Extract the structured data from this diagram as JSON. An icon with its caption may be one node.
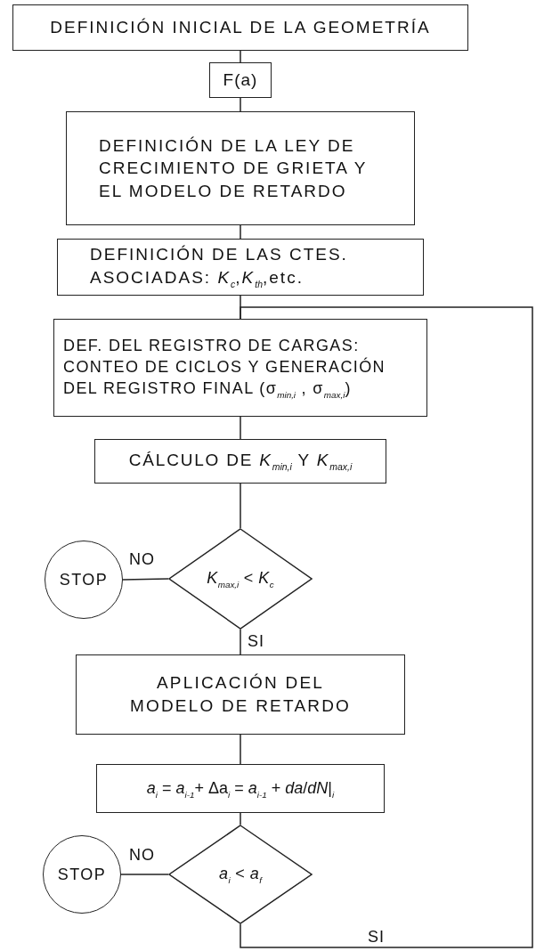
{
  "diagram": {
    "nodes": [
      {
        "text": [
          "DEFINICIÓN INICIAL DE LA GEOMETRÍA"
        ]
      },
      {
        "text": [
          "F(a)"
        ]
      },
      {
        "text": [
          "DEFINICIÓN DE LA LEY DE CRECIMIENTO DE GRIETA Y EL MODELO DE RETARDO"
        ]
      },
      {
        "text": [
          "DEFINICIÓN DE LAS CTES. ASOCIADAS: *K*$_{c}$,*K*$_{th}$,etc."
        ]
      },
      {
        "text": [
          "DEF. DEL REGISTRO DE CARGAS: CONTEO DE CICLOS Y GENERACIÓN DEL REGISTRO FINAL (σ$_{min,i}$ , σ$_{max,i}$)"
        ]
      },
      {
        "text": [
          "CÁLCULO DE *K*$_{min,i}$ Y *K*$_{max,i}$"
        ]
      },
      {
        "text": [
          "*K*$_{max,i}$ < *K*$_{c}$"
        ]
      },
      {
        "text": [
          "STOP"
        ]
      },
      {
        "text": [
          "APLICACIÓN DEL MODELO DE RETARDO"
        ]
      },
      {
        "text": [
          "*a*$_{i}$ = *a*$_{i-1}$+ Δa$_{i}$ = *a*$_{i-1}$ + *da*/*dN*|$_{i}$"
        ]
      },
      {
        "text": [
          "*a*$_{i}$ < *a*$_{f}$"
        ]
      },
      {
        "text": [
          "STOP"
        ]
      }
    ],
    "edges": [
      {
        "from": 0,
        "to": 1,
        "arrow": "none"
      },
      {
        "from": 1,
        "to": 2,
        "arrow": "none"
      },
      {
        "from": 2,
        "to": 3,
        "arrow": "none"
      },
      {
        "from": 3,
        "to": 4,
        "arrow": "none"
      },
      {
        "from": 4,
        "to": 5,
        "arrow": "none"
      },
      {
        "from": 5,
        "to": 6,
        "arrow": "none"
      },
      {
        "from": 6,
        "to": 7,
        "arrow": "none",
        "label": "NO"
      },
      {
        "from": 6,
        "to": 8,
        "arrow": "none",
        "label": "SI"
      },
      {
        "from": 8,
        "to": 9,
        "arrow": "none"
      },
      {
        "from": 9,
        "to": 10,
        "arrow": "none"
      },
      {
        "from": 10,
        "to": 11,
        "arrow": "none",
        "label": "NO"
      },
      {
        "from": 10,
        "to": 4,
        "arrow": "none",
        "label": "SI"
      }
    ]
  }
}
